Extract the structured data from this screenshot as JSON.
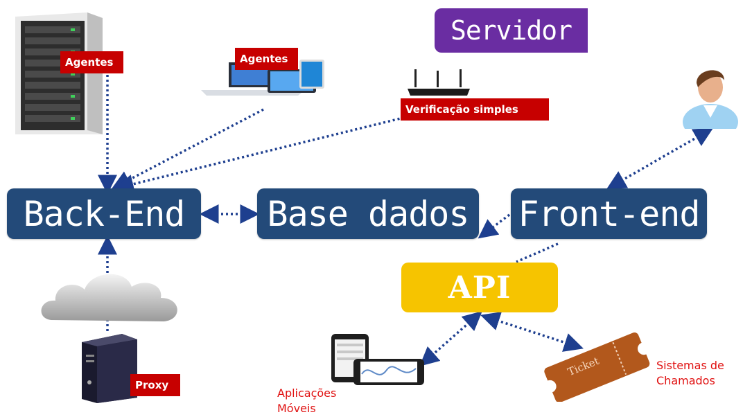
{
  "title": "Servidor",
  "nodes": {
    "backend": "Back-End",
    "database": "Base dados",
    "frontend": "Front-end",
    "api": "API"
  },
  "tags": {
    "agentes_rack": "Agentes",
    "agentes_devices": "Agentes",
    "verificacao": "Verificação simples",
    "proxy": "Proxy"
  },
  "labels": {
    "apps_line1": "Aplicações",
    "apps_line2": "Móveis",
    "sist_line1": "Sistemas de",
    "sist_line2": "Chamados",
    "ticket": "Ticket"
  },
  "colors": {
    "node_blue": "#234a79",
    "api_yellow": "#f6c400",
    "servidor_purple": "#6a2da2",
    "tag_red": "#c70000",
    "label_red": "#e01010",
    "connector_blue": "#1e3f8f"
  }
}
